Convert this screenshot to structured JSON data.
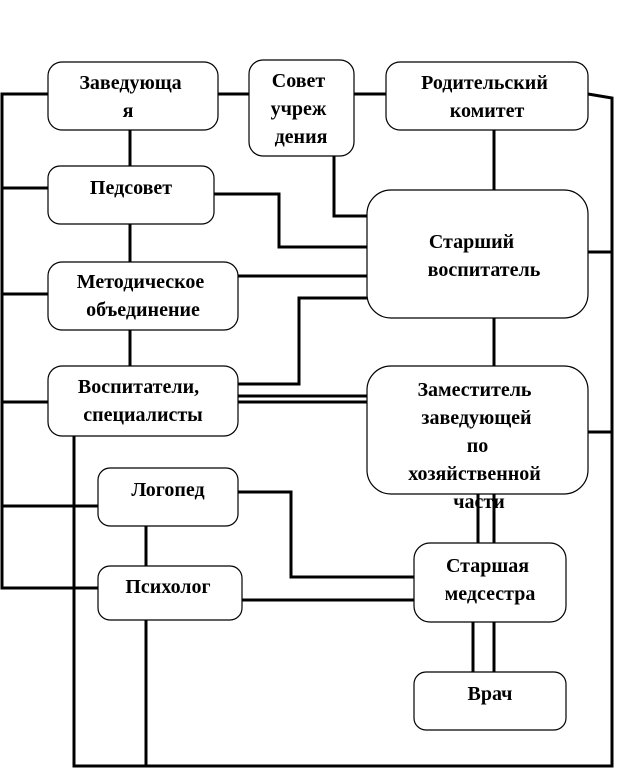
{
  "nodes": [
    {
      "id": "head",
      "lines": [
        "Заведующа",
        "я"
      ]
    },
    {
      "id": "council",
      "lines": [
        "Совет",
        "учреж",
        "дения"
      ]
    },
    {
      "id": "parents",
      "lines": [
        "Родительский",
        "комитет"
      ]
    },
    {
      "id": "pedsovet",
      "lines": [
        "Педсовет"
      ]
    },
    {
      "id": "senior-educator",
      "lines": [
        "Старший",
        "воспитатель"
      ]
    },
    {
      "id": "method",
      "lines": [
        "Методическое",
        "объединение"
      ]
    },
    {
      "id": "educators",
      "lines": [
        "Воспитатели,",
        "специалисты"
      ]
    },
    {
      "id": "deputy",
      "lines": [
        "Заместитель",
        "заведующей",
        "по",
        "хозяйственной",
        "части"
      ]
    },
    {
      "id": "speech",
      "lines": [
        "Логопед"
      ]
    },
    {
      "id": "nurse",
      "lines": [
        "Старшая",
        "медсестра"
      ]
    },
    {
      "id": "psych",
      "lines": [
        "Психолог"
      ]
    },
    {
      "id": "doctor",
      "lines": [
        "Врач"
      ]
    }
  ]
}
